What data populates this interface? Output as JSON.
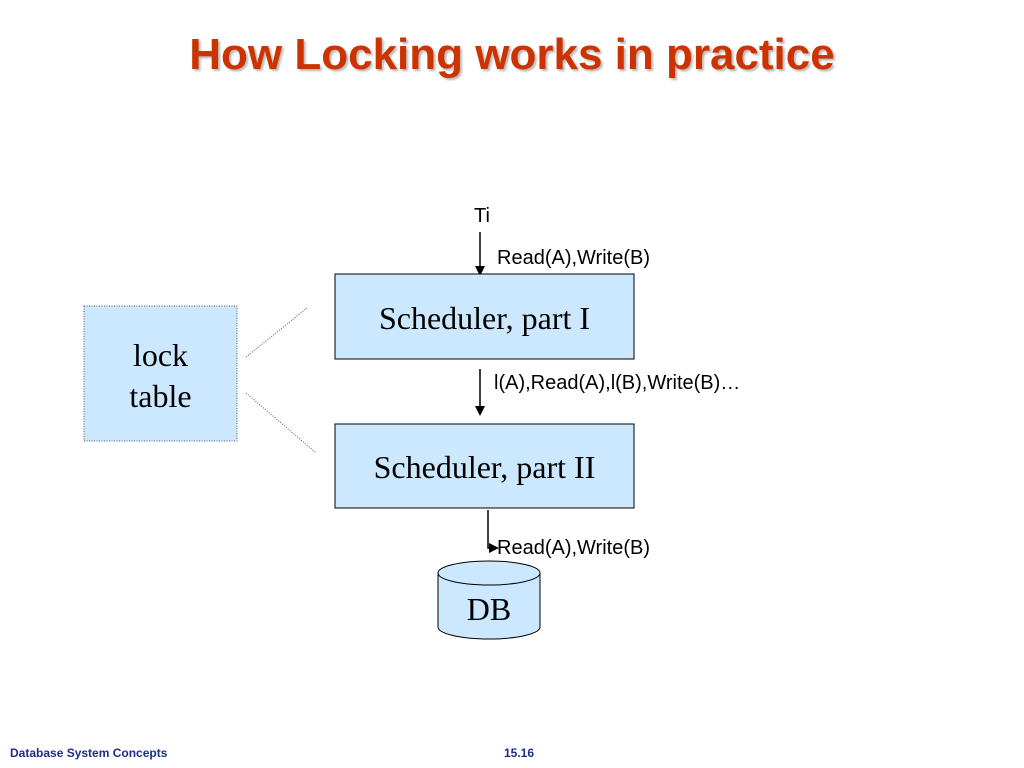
{
  "title": "How Locking works in practice",
  "footer": {
    "left": "Database System Concepts",
    "page": "15.16"
  },
  "diagram": {
    "transaction_label": "Ti",
    "edge_ti_to_part1": "Read(A),Write(B)",
    "scheduler_part1": "Scheduler, part I",
    "edge_part1_to_part2": "l(A),Read(A),l(B),Write(B)…",
    "scheduler_part2": "Scheduler, part II",
    "edge_part2_to_db": "Read(A),Write(B)",
    "lock_table_line1": "lock",
    "lock_table_line2": "table",
    "db_label": "DB"
  },
  "colors": {
    "title": "#cc3300",
    "box_fill": "#cce8ff",
    "footer": "#1c2e8c"
  }
}
